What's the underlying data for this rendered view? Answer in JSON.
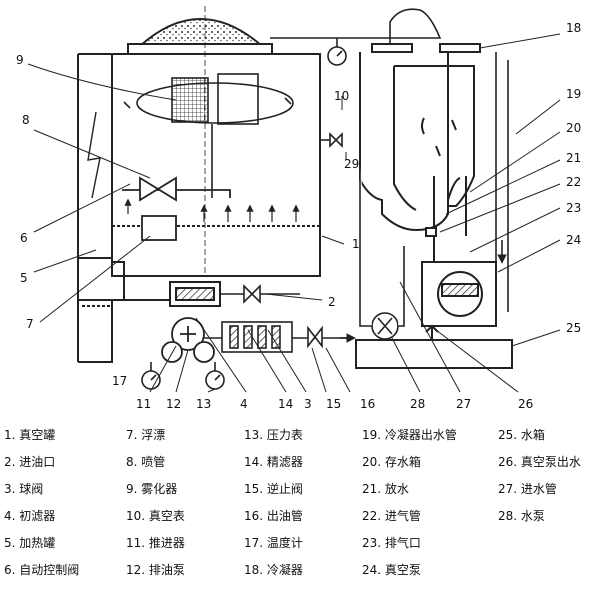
{
  "callouts": [
    "1",
    "2",
    "3",
    "4",
    "5",
    "6",
    "7",
    "8",
    "9",
    "10",
    "11",
    "12",
    "13",
    "14",
    "15",
    "16",
    "17",
    "18",
    "19",
    "20",
    "21",
    "22",
    "23",
    "24",
    "25",
    "26",
    "27",
    "28",
    "29"
  ],
  "legend": {
    "columns": [
      [
        "1. 真空罐",
        "2. 进油口",
        "3. 球阀",
        "4. 初滤器",
        "5. 加热罐",
        "6. 自动控制阀"
      ],
      [
        "7. 浮漂",
        "8. 喷管",
        "9. 雾化器",
        "10. 真空表",
        "11. 推进器",
        "12. 排油泵"
      ],
      [
        "13. 压力表",
        "14. 精滤器",
        "15. 逆止阀",
        "16. 出油管",
        "17. 温度计",
        "18. 冷凝器"
      ],
      [
        "19. 冷凝器出水管",
        "20. 存水箱",
        "21. 放水",
        "22. 进气管",
        "23. 排气口",
        "24. 真空泵"
      ],
      [
        "25. 水箱",
        "26. 真空泵出水",
        "27. 进水管",
        "28. 水泵"
      ]
    ]
  }
}
